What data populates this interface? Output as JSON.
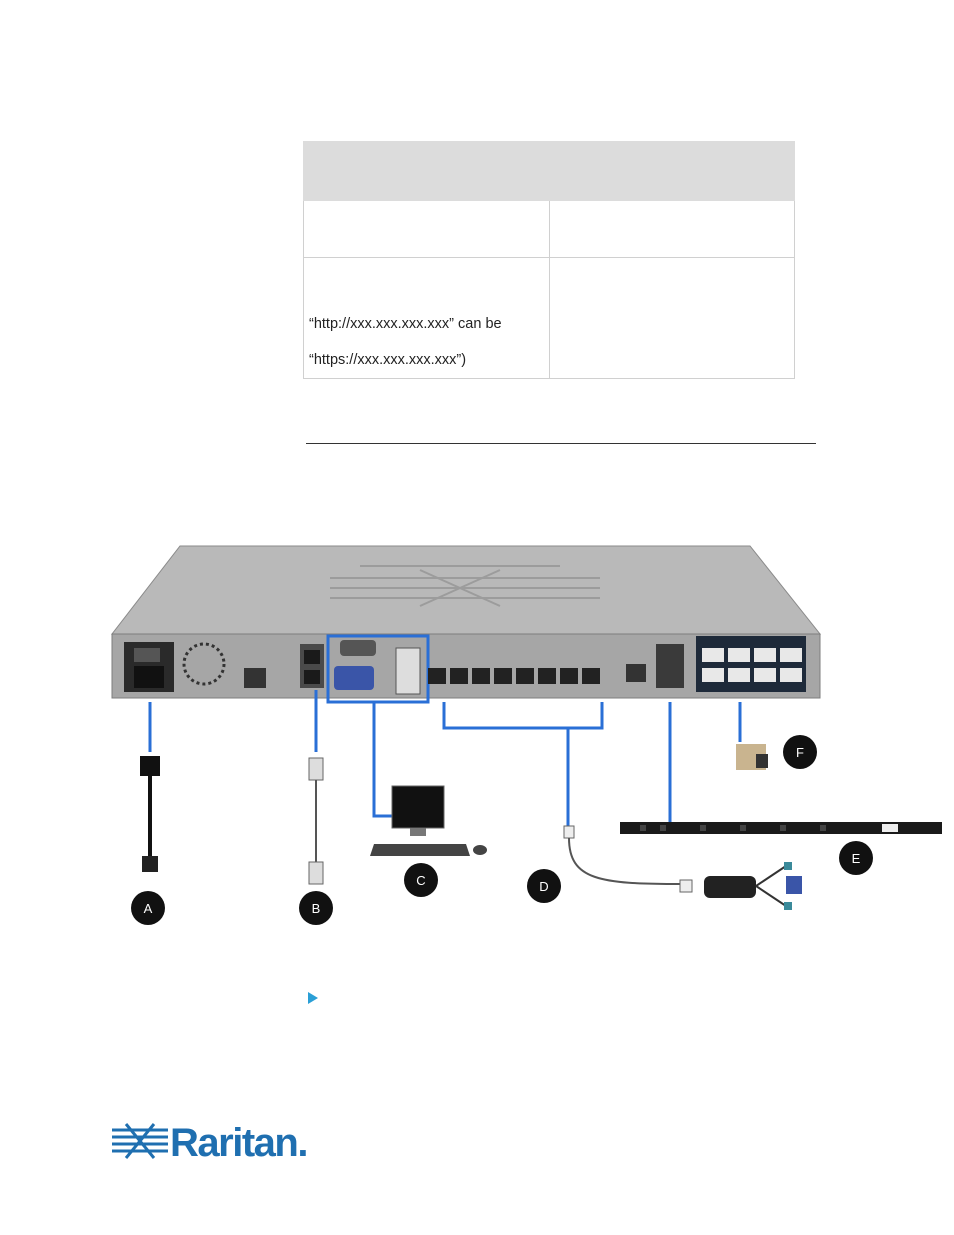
{
  "table": {
    "row2_col1_lines": [
      "“http://xxx.xxx.xxx.xxx” can be",
      "“https://xxx.xxx.xxx.xxx”)"
    ]
  },
  "diagram": {
    "callouts": [
      "A",
      "B",
      "C",
      "D",
      "E",
      "F"
    ],
    "accent_color": "#2a6fd6"
  },
  "logo": {
    "text": "Raritan.",
    "color": "#1f6fb0"
  }
}
